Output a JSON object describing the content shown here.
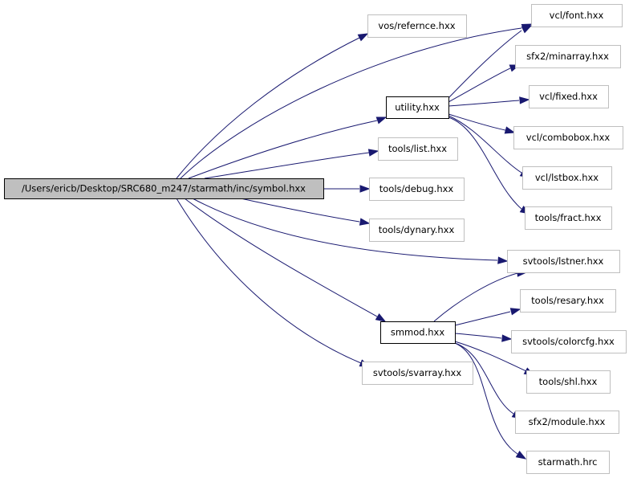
{
  "graph": {
    "nodes": [
      {
        "id": "symbol",
        "label": "/Users/ericb/Desktop/SRC680_m247/starmath/inc/symbol.hxx",
        "kind": "root"
      },
      {
        "id": "refernce",
        "label": "vos/refernce.hxx",
        "kind": "plain"
      },
      {
        "id": "font",
        "label": "vcl/font.hxx",
        "kind": "plain"
      },
      {
        "id": "utility",
        "label": "utility.hxx",
        "kind": "linked"
      },
      {
        "id": "minarray",
        "label": "sfx2/minarray.hxx",
        "kind": "plain"
      },
      {
        "id": "fixed",
        "label": "vcl/fixed.hxx",
        "kind": "plain"
      },
      {
        "id": "list",
        "label": "tools/list.hxx",
        "kind": "plain"
      },
      {
        "id": "combobox",
        "label": "vcl/combobox.hxx",
        "kind": "plain"
      },
      {
        "id": "debug",
        "label": "tools/debug.hxx",
        "kind": "plain"
      },
      {
        "id": "lstbox",
        "label": "vcl/lstbox.hxx",
        "kind": "plain"
      },
      {
        "id": "fract",
        "label": "tools/fract.hxx",
        "kind": "plain"
      },
      {
        "id": "dynary",
        "label": "tools/dynary.hxx",
        "kind": "plain"
      },
      {
        "id": "lstner",
        "label": "svtools/lstner.hxx",
        "kind": "plain"
      },
      {
        "id": "resary",
        "label": "tools/resary.hxx",
        "kind": "plain"
      },
      {
        "id": "smmod",
        "label": "smmod.hxx",
        "kind": "linked"
      },
      {
        "id": "colorcfg",
        "label": "svtools/colorcfg.hxx",
        "kind": "plain"
      },
      {
        "id": "svarray",
        "label": "svtools/svarray.hxx",
        "kind": "plain"
      },
      {
        "id": "shl",
        "label": "tools/shl.hxx",
        "kind": "plain"
      },
      {
        "id": "module",
        "label": "sfx2/module.hxx",
        "kind": "plain"
      },
      {
        "id": "hrc",
        "label": "starmath.hrc",
        "kind": "plain"
      }
    ],
    "edges": [
      {
        "from": "symbol",
        "to": "refernce"
      },
      {
        "from": "symbol",
        "to": "font"
      },
      {
        "from": "symbol",
        "to": "utility"
      },
      {
        "from": "symbol",
        "to": "list"
      },
      {
        "from": "symbol",
        "to": "debug"
      },
      {
        "from": "symbol",
        "to": "dynary"
      },
      {
        "from": "symbol",
        "to": "lstner"
      },
      {
        "from": "symbol",
        "to": "smmod"
      },
      {
        "from": "symbol",
        "to": "svarray"
      },
      {
        "from": "utility",
        "to": "font"
      },
      {
        "from": "utility",
        "to": "minarray"
      },
      {
        "from": "utility",
        "to": "fixed"
      },
      {
        "from": "utility",
        "to": "combobox"
      },
      {
        "from": "utility",
        "to": "lstbox"
      },
      {
        "from": "utility",
        "to": "fract"
      },
      {
        "from": "smmod",
        "to": "lstner"
      },
      {
        "from": "smmod",
        "to": "resary"
      },
      {
        "from": "smmod",
        "to": "colorcfg"
      },
      {
        "from": "smmod",
        "to": "shl"
      },
      {
        "from": "smmod",
        "to": "module"
      },
      {
        "from": "smmod",
        "to": "hrc"
      }
    ],
    "colors": {
      "edge": "#191970",
      "root_fill": "#bfbfbf",
      "linked_border": "#000000",
      "plain_border": "#bfbfbf"
    }
  }
}
